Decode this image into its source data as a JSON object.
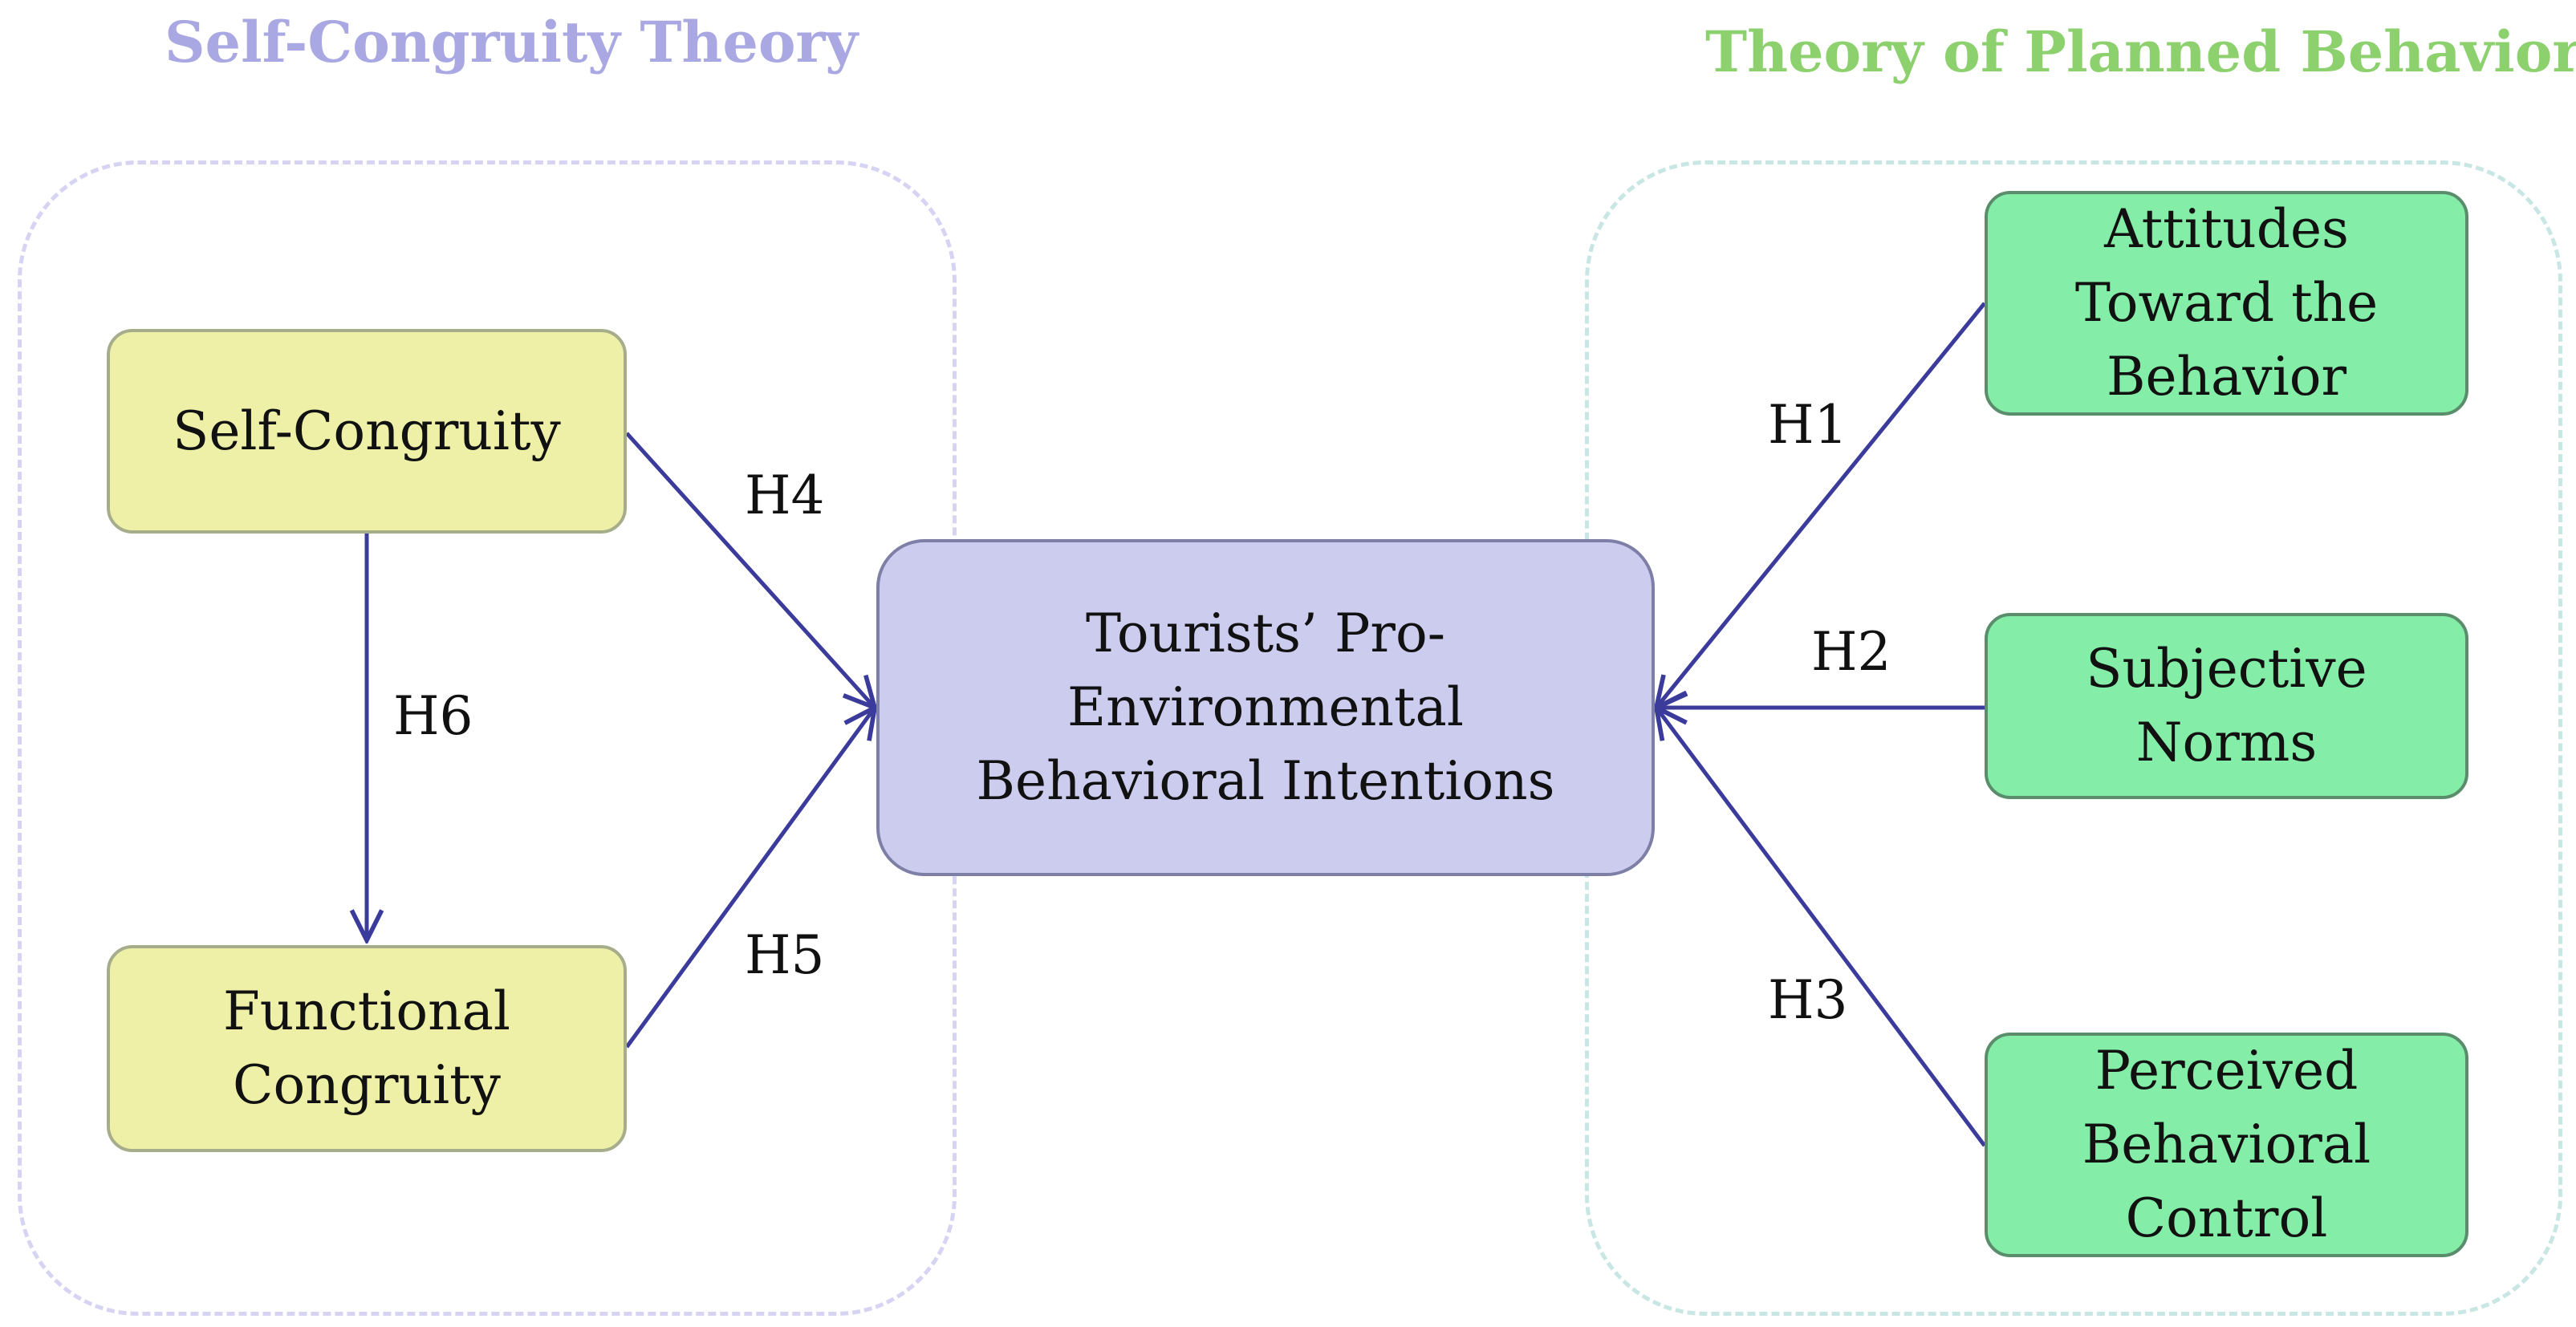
{
  "theories": {
    "left_title": "Self-Congruity Theory",
    "right_title": "Theory of Planned Behavior"
  },
  "constructs": {
    "self_congruity": "Self-Congruity",
    "functional_congruity": "Functional\nCongruity",
    "intentions": "Tourists’ Pro-\nEnvironmental\nBehavioral Intentions",
    "attitudes": "Attitudes\nToward the\nBehavior",
    "subjective_norms": "Subjective\nNorms",
    "perceived_control": "Perceived\nBehavioral\nControl"
  },
  "hypotheses": {
    "h1": "H1",
    "h2": "H2",
    "h3": "H3",
    "h4": "H4",
    "h5": "H5",
    "h6": "H6"
  },
  "colors": {
    "left_theory": "#a9a8e2",
    "right_theory": "#8dd06e",
    "arrow": "#3b3b9c",
    "yellow_box": "#eef0a8",
    "green_box": "#84eda7",
    "purple_box": "#cccdee"
  }
}
